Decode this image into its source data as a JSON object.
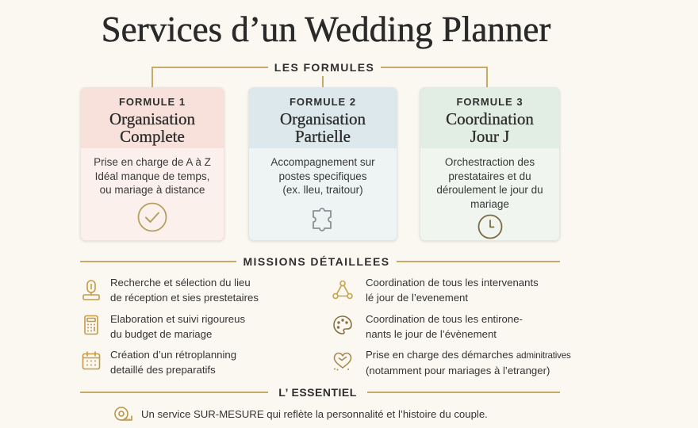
{
  "title": "Services d’un Wedding Planner",
  "colors": {
    "background": "#fbf8f1",
    "accent_gold": "#c8ab68",
    "text": "#2f2f2f"
  },
  "formules": {
    "heading": "LES FORMULES",
    "cards": [
      {
        "label": "FORMULE 1",
        "title_line1": "Organisation",
        "title_line2": "Complete",
        "description": [
          "Prise en charge de A à Z",
          "Idéal manque de temps,",
          "ou mariage à distance"
        ],
        "icon": "check-circle-icon",
        "header_color": "#f8e1da",
        "body_color": "#fcf0ec"
      },
      {
        "label": "FORMULE 2",
        "title_line1": "Organisation",
        "title_line2": "Partielle",
        "description": [
          "Accompagnement sur",
          "postes specifiques",
          "(ex. lleu, traitour)"
        ],
        "icon": "puzzle-icon",
        "header_color": "#dce8ec",
        "body_color": "#eef4f4"
      },
      {
        "label": "FORMULE 3",
        "title_line1": "Coordination",
        "title_line2": "Jour J",
        "description": [
          "Orchestraction des",
          "prestataires et du",
          "déroulement le jour du",
          "mariage"
        ],
        "icon": "clock-icon",
        "header_color": "#e2ede3",
        "body_color": "#f0f5ef"
      }
    ]
  },
  "missions": {
    "heading": "MISSIONS DÉTAILLEES",
    "left": [
      {
        "line1": "Recherche et sélection du lieu",
        "line2": "de réception et sies prestetaires",
        "icon": "venue-pin-icon"
      },
      {
        "line1": "Elaboration et suivi rigoureus",
        "line2": "du budget de mariage",
        "icon": "calculator-icon"
      },
      {
        "line1": "Création d’un rétroplanning",
        "line2": "detaillé des preparatifs",
        "icon": "calendar-icon"
      }
    ],
    "right": [
      {
        "line1": "Coordination de tous les intervenants",
        "line2": "lé jour de l’evenement",
        "icon": "network-icon"
      },
      {
        "line1": "Coordination de tous les entirone-",
        "line2": "nants le jour de l’évènement",
        "icon": "palette-icon"
      },
      {
        "line1": "Prise en charge des démarches",
        "line1_end": "adminitratives",
        "line2": "(notamment pour mariages à l’etranger)",
        "icon": "heart-icon"
      }
    ]
  },
  "essentiel": {
    "heading": "L’ ESSENTIEL",
    "text": "Un service SUR-MESURE qui reflète la personnalité et l’histoire du couple.",
    "icon": "measuring-tape-icon"
  }
}
